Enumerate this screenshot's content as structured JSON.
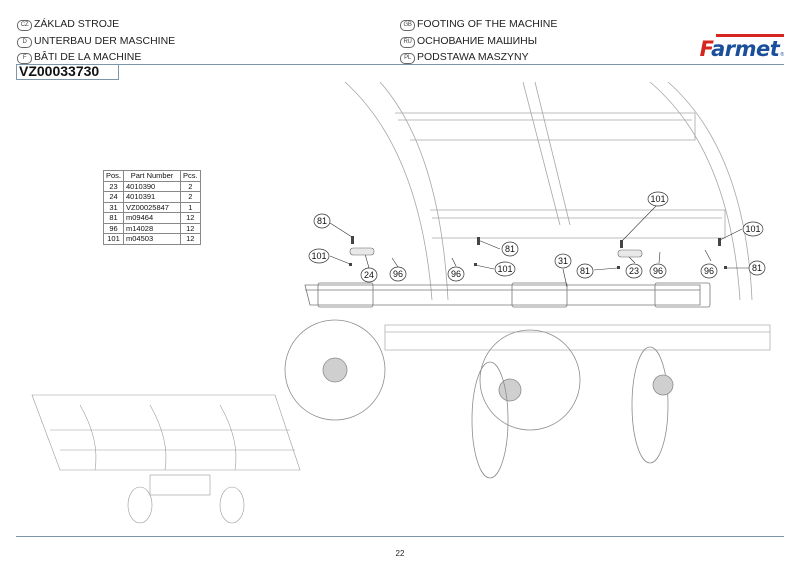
{
  "header": {
    "titles_left": [
      {
        "lang": "CZ",
        "text": "ZÁKLAD STROJE"
      },
      {
        "lang": "D",
        "text": "UNTERBAU DER MASCHINE"
      },
      {
        "lang": "F",
        "text": "BÂTI DE LA MACHINE"
      }
    ],
    "titles_right": [
      {
        "lang": "GB",
        "text": "FOOTING OF THE MACHINE"
      },
      {
        "lang": "RU",
        "text": "ОСНОВАНИЕ МАШИНЫ"
      },
      {
        "lang": "PL",
        "text": "PODSTAWA MASZYNY"
      }
    ],
    "assembly_code": "VZ00033730",
    "logo": {
      "text_first": "F",
      "text_rest": "armet",
      "registered": "®",
      "brand_red": "#d4251f",
      "brand_blue": "#1b4f9c"
    }
  },
  "parts_table": {
    "columns": [
      "Pos.",
      "Part Number",
      "Pcs."
    ],
    "rows": [
      {
        "pos": "23",
        "part_number": "4010390",
        "pcs": "2"
      },
      {
        "pos": "24",
        "part_number": "4010391",
        "pcs": "2"
      },
      {
        "pos": "31",
        "part_number": "VZ00025847",
        "pcs": "1"
      },
      {
        "pos": "81",
        "part_number": "m09464",
        "pcs": "12"
      },
      {
        "pos": "96",
        "part_number": "m14028",
        "pcs": "12"
      },
      {
        "pos": "101",
        "part_number": "m04503",
        "pcs": "12"
      }
    ]
  },
  "callouts": [
    "81",
    "101",
    "24",
    "96",
    "96",
    "81",
    "101",
    "101",
    "31",
    "81",
    "23",
    "96",
    "96",
    "101",
    "81"
  ],
  "footer": {
    "page_number": "22"
  },
  "colors": {
    "rule": "#7b96ad",
    "drawing_line": "#9a9a9a"
  }
}
